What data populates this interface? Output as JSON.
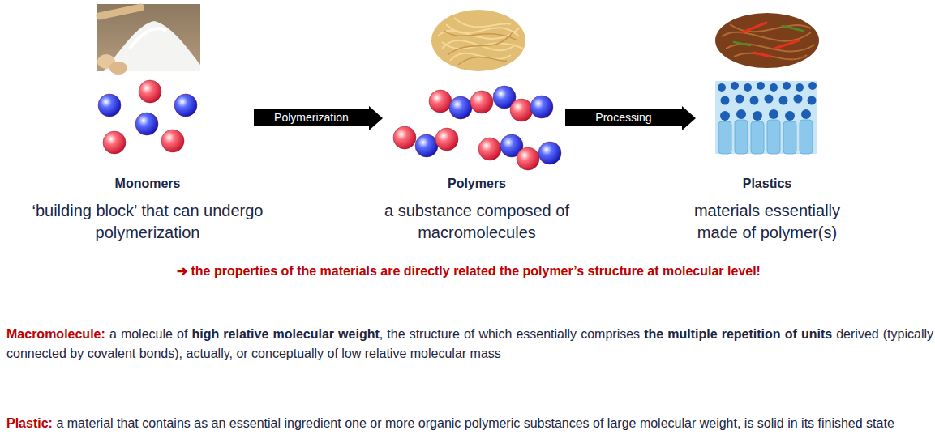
{
  "diagram": {
    "nodes": [
      {
        "text": [
          "Polymerization"
        ]
      },
      {
        "text": [
          "Processing"
        ]
      }
    ],
    "labels": [
      "Monomers",
      "‘building block’ that can undergo polymerization",
      "Polymers",
      "a substance composed of macromolecules",
      "Plastics",
      "materials essentially made of polymer(s)",
      "➔ the properties of the materials are directly related the polymer’s structure at molecular level!",
      "Macromolecule:",
      "a molecule of",
      "high relative molecular weight",
      ", the structure of which essentially comprises",
      "the multiple repetition of units",
      "derived (typically connected by covalent bonds), actually, or conceptually of low relative molecular mass",
      "Plastic:",
      "a material that contains as an essential ingredient one or more organic polymeric substances of large molecular weight, is solid in its finished state"
    ]
  }
}
